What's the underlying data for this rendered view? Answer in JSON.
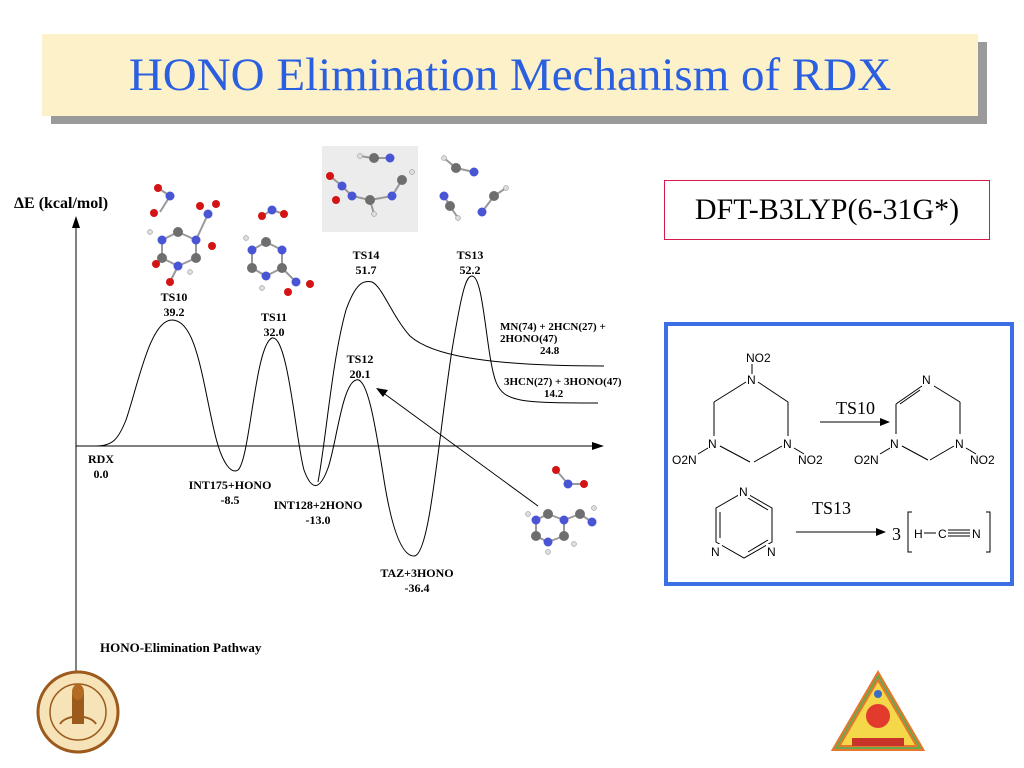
{
  "title": "HONO Elimination Mechanism of RDX",
  "method": "DFT-B3LYP(6-31G*)",
  "y_axis_label": "ΔE (kcal/mol)",
  "pathway_label": "HONO-Elimination Pathway",
  "points": [
    {
      "label": "RDX",
      "value": "0.0"
    },
    {
      "label": "TS10",
      "value": "39.2"
    },
    {
      "label": "INT175+HONO",
      "value": "-8.5"
    },
    {
      "label": "TS11",
      "value": "32.0"
    },
    {
      "label": "INT128+2HONO",
      "value": "-13.0"
    },
    {
      "label": "TS12",
      "value": "20.1"
    },
    {
      "label": "TAZ+3HONO",
      "value": "-36.4"
    },
    {
      "label": "TS14",
      "value": "51.7"
    },
    {
      "label": "TS13",
      "value": "52.2"
    }
  ],
  "products": [
    {
      "line1": "MN(74) + 2HCN(27) +",
      "line2": "2HONO(47)",
      "value": "24.8"
    },
    {
      "line1": "3HCN(27) + 3HONO(47)",
      "value": "14.2"
    }
  ],
  "scheme": {
    "ts10": "TS10",
    "ts13": "TS13",
    "coef": "3",
    "atoms": {
      "n": "N",
      "h": "H",
      "c": "C",
      "no2": "NO2",
      "o2n": "O2N"
    }
  },
  "colors": {
    "title": "#2a5fe0",
    "method_border": "#d41a4a",
    "scheme_border": "#3c6fe6",
    "title_bg": "#fdf1c9"
  }
}
